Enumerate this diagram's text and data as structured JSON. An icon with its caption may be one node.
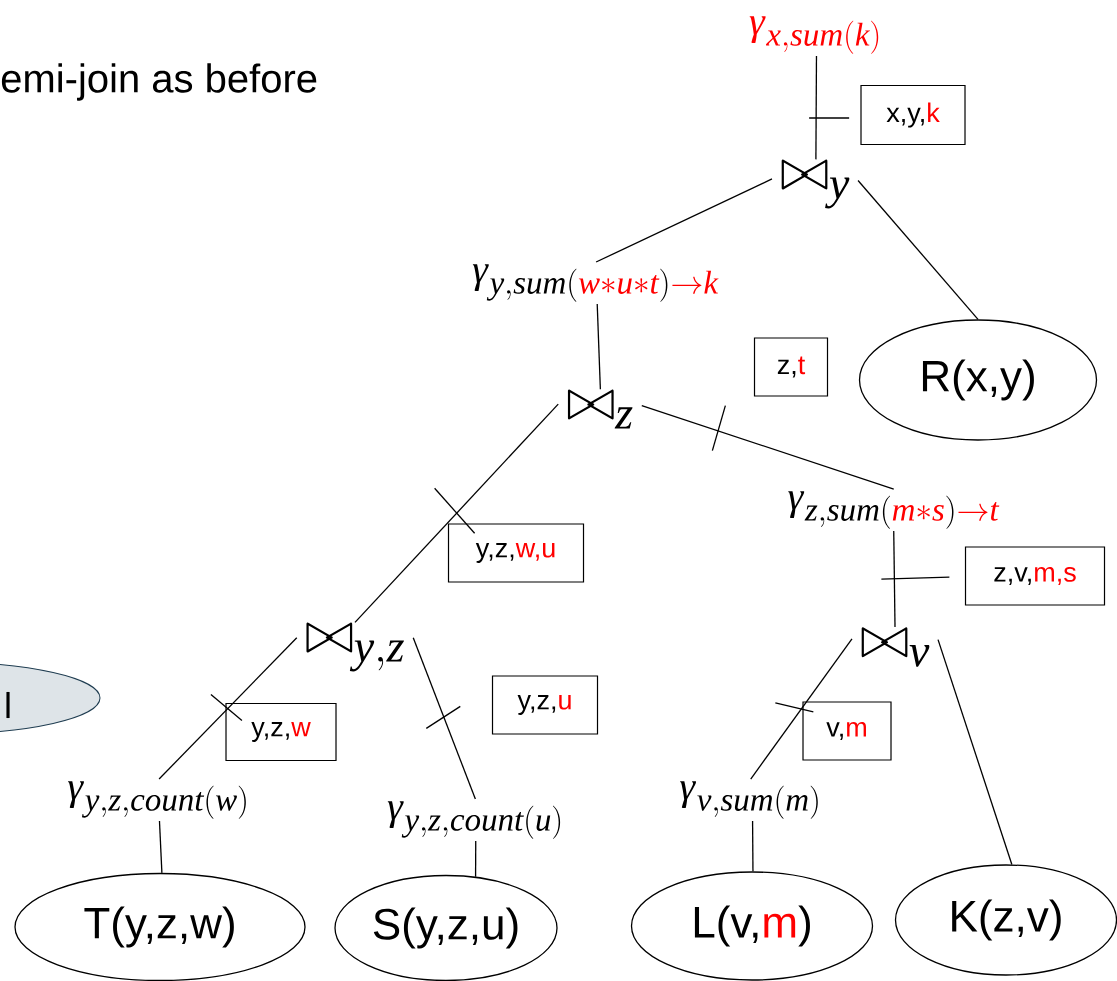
{
  "diagram": {
    "nodes": [
      {
        "text": [
          "\\textcolor{red}{\\gamma_{x,sum(k)}}"
        ]
      },
      {
        "text": [
          "\\bowtie_{y}"
        ]
      },
      {
        "text": [
          "\\gamma_{y,sum(\\textcolor{red}{w{\\ast}u{\\ast}t})\\textcolor{red}{\\rightarrow k}}"
        ]
      },
      {
        "text": [
          "R(x,y)"
        ]
      },
      {
        "text": [
          "\\bowtie_{z}"
        ]
      },
      {
        "text": [
          "\\gamma_{z,sum(\\textcolor{red}{m{\\ast}s})\\textcolor{red}{\\rightarrow t}}"
        ]
      },
      {
        "text": [
          "\\bowtie_{y,z}"
        ]
      },
      {
        "text": [
          "\\bowtie_{v}"
        ]
      },
      {
        "text": [
          "\\gamma_{y,z,count(w)}"
        ]
      },
      {
        "text": [
          "\\gamma_{y,z,count(u)}"
        ]
      },
      {
        "text": [
          "\\gamma_{v,sum(m)}"
        ]
      },
      {
        "text": [
          "T(y,z,w)"
        ]
      },
      {
        "text": [
          "S(y,z,u)"
        ]
      },
      {
        "text": [
          "L(v,",
          "m",
          ")"
        ]
      },
      {
        "text": [
          "K(z,v)"
        ]
      },
      {
        "text": [
          "x,y,",
          "k"
        ]
      },
      {
        "text": [
          "z,",
          "t"
        ]
      },
      {
        "text": [
          "y,z,",
          "w,u"
        ]
      },
      {
        "text": [
          "z,v,",
          "m,s"
        ]
      },
      {
        "text": [
          "y,z,",
          "w"
        ]
      },
      {
        "text": [
          "y,z,",
          "u"
        ]
      },
      {
        "text": [
          "v,",
          "m"
        ]
      },
      {
        "text": [
          "l"
        ]
      }
    ],
    "edges": [
      {
        "from": 0,
        "to": 1,
        "arrow": "none"
      },
      {
        "from": 1,
        "to": 2,
        "arrow": "none"
      },
      {
        "from": 1,
        "to": 3,
        "arrow": "none"
      },
      {
        "from": 2,
        "to": 4,
        "arrow": "none"
      },
      {
        "from": 4,
        "to": 5,
        "arrow": "none"
      },
      {
        "from": 4,
        "to": 6,
        "arrow": "none"
      },
      {
        "from": 5,
        "to": 7,
        "arrow": "none"
      },
      {
        "from": 6,
        "to": 8,
        "arrow": "none"
      },
      {
        "from": 6,
        "to": 9,
        "arrow": "none"
      },
      {
        "from": 7,
        "to": 10,
        "arrow": "none"
      },
      {
        "from": 7,
        "to": 14,
        "arrow": "none"
      },
      {
        "from": 8,
        "to": 11,
        "arrow": "none"
      },
      {
        "from": 9,
        "to": 12,
        "arrow": "none"
      },
      {
        "from": 10,
        "to": 13,
        "arrow": "none"
      }
    ],
    "labels": [
      "emi-join as before"
    ]
  }
}
